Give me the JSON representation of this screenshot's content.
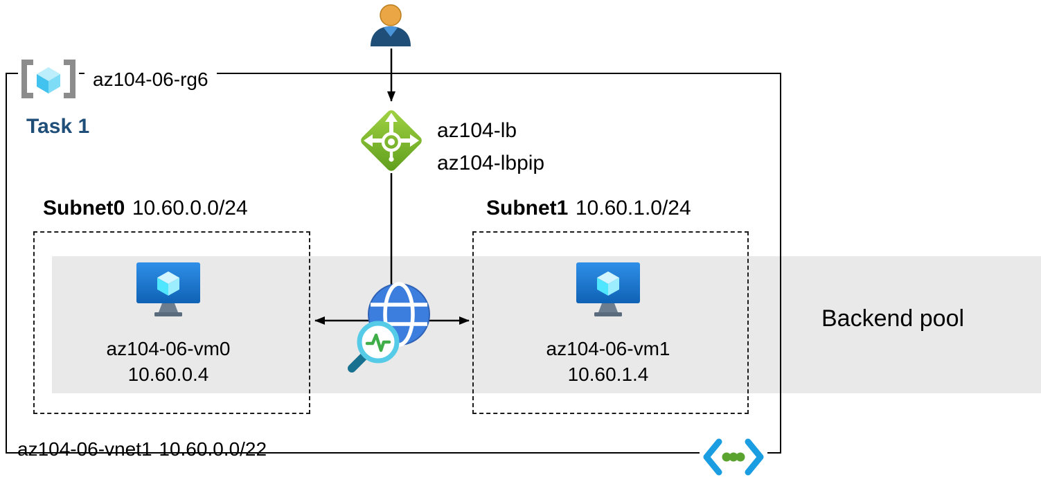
{
  "diagram": {
    "resource_group": {
      "name": "az104-06-rg6"
    },
    "task": {
      "label": "Task 1"
    },
    "load_balancer": {
      "name": "az104-lb",
      "pip": "az104-lbpip"
    },
    "subnets": [
      {
        "name": "Subnet0",
        "cidr": "10.60.0.0/24"
      },
      {
        "name": "Subnet1",
        "cidr": "10.60.1.0/24"
      }
    ],
    "vms": [
      {
        "name": "az104-06-vm0",
        "ip": "10.60.0.4"
      },
      {
        "name": "az104-06-vm1",
        "ip": "10.60.1.4"
      }
    ],
    "backend_pool": {
      "label": "Backend pool"
    },
    "vnet": {
      "name": "az104-06-vnet1",
      "cidr": "10.60.0.0/22"
    },
    "icons": {
      "user": "user-person-icon",
      "resource_group": "resource-group-brackets-cube-icon",
      "load_balancer": "load-balancer-diamond-icon",
      "vm": "virtual-machine-monitor-icon",
      "probe": "globe-health-probe-magnifier-icon",
      "vnet": "virtual-network-chevrons-icon"
    },
    "colors": {
      "task_text": "#1f4e79",
      "backend_band": "#e9e9e9",
      "lb_green": "#76a91f",
      "vm_blue": "#1e7fd8",
      "vm_cube": "#50e6ff",
      "vnet_blue": "#1b9de2",
      "dot_green": "#5aa32e",
      "head_orange": "#eaa644",
      "border_black": "#000000"
    }
  }
}
